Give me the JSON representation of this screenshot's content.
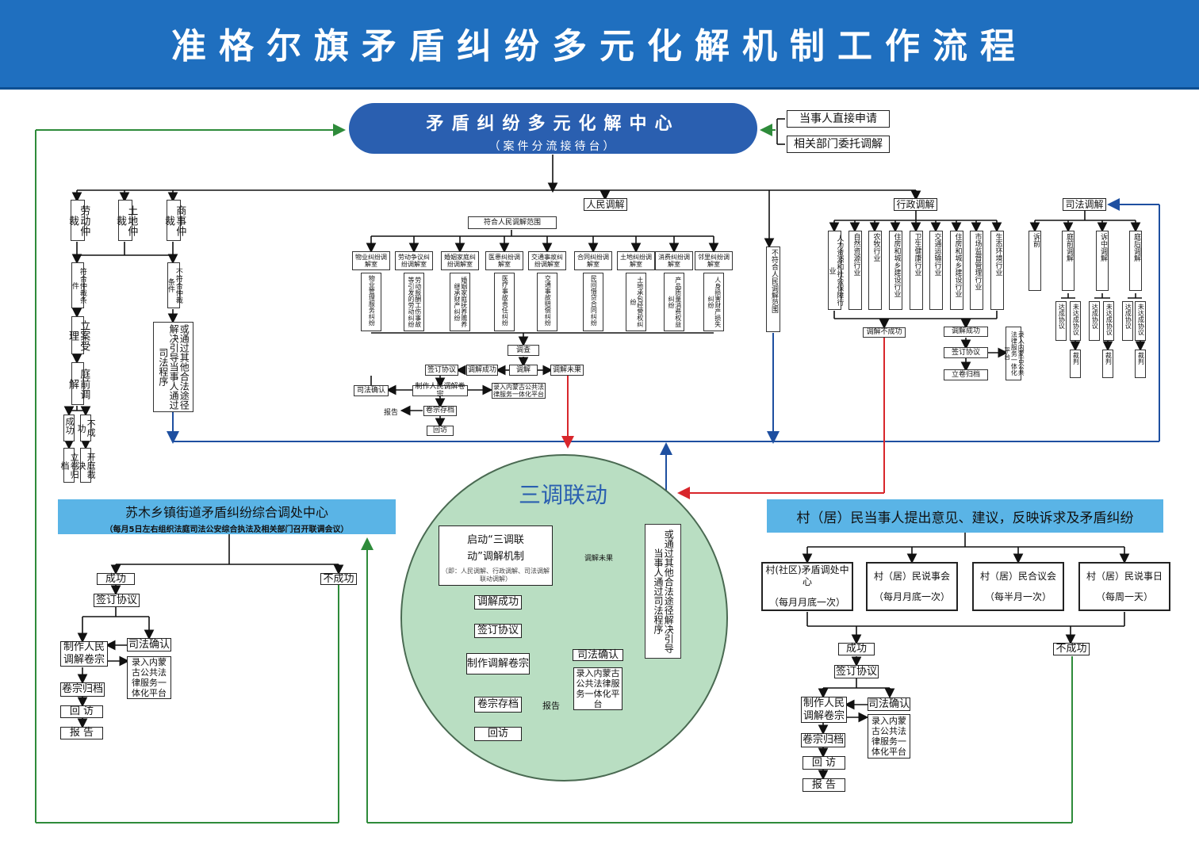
{
  "title": "准格尔旗矛盾纠纷多元化解机制工作流程",
  "center": {
    "title": "矛盾纠纷多元化解中心",
    "subtitle": "（案件分流接待台）"
  },
  "inputs": {
    "direct": "当事人直接申请",
    "entrust": "相关部门委托调解"
  },
  "arbitration": {
    "labor": "劳动仲裁",
    "land": "土地仲裁",
    "commerce": "商事仲裁",
    "meets": "符合仲裁条件",
    "notmeet": "不符合仲裁条件",
    "guide": "或通过其他合法途径解决引导当事人通过司法程序",
    "register": "立案受理",
    "pretrial": "庭前调解",
    "success": "成功",
    "fail": "不成功",
    "archive": "立卷归档",
    "trial": "开庭裁决"
  },
  "people": {
    "title": "人民调解",
    "committee": "符合人民调解范围",
    "not_meet": "不符合人民调解范围",
    "rooms": [
      {
        "name": "物业纠纷调解室",
        "desc": "物业管理服务纠纷"
      },
      {
        "name": "劳动争议纠纷调解室",
        "desc": "劳动报酬工伤事故等引发的劳动纠纷"
      },
      {
        "name": "婚姻家庭纠纷调解室",
        "desc": "婚姻家庭抚养赡养继承财产纠纷"
      },
      {
        "name": "医患纠纷调解室",
        "desc": "医疗事故责任纠纷"
      },
      {
        "name": "交通事故纠纷调解室",
        "desc": "交通事故赔偿纠纷"
      },
      {
        "name": "合同纠纷调解室",
        "desc": "民间借贷合同纠纷"
      },
      {
        "name": "土地纠纷调解室",
        "desc": "土地承包经营权纠纷"
      },
      {
        "name": "消费纠纷调解室",
        "desc": "产品质量消费权益纠纷"
      },
      {
        "name": "邻里纠纷调解室",
        "desc": "人身损害财产损失纠纷"
      }
    ],
    "mediate": "调查",
    "mediation": "调解",
    "sign": "签订协议",
    "success": "调解成功",
    "unsuccessful": "调解未果",
    "judicial": "司法确认",
    "dossier": "制作人民调解卷宗",
    "platform": "录入内蒙古公共法律服务一体化平台",
    "report": "报告",
    "store": "卷宗存档",
    "visit": "回访"
  },
  "admin": {
    "title": "行政调解",
    "depts": [
      "人力资源和社会保障行业",
      "自然资源行业",
      "农牧行业",
      "住房和城乡建设行业",
      "卫生健康行业",
      "交通运输行业",
      "住房和城乡建设行业",
      "市场监督管理行业",
      "生态环境行业"
    ],
    "fail": "调解不成功",
    "success": "调解成功",
    "sign": "签订协议",
    "archive": "立卷归档",
    "platform": "录入内蒙古公共法律服务一体化平台"
  },
  "judicial": {
    "title": "司法调解",
    "items": [
      "诉前",
      "庭前调解",
      "诉中调解",
      "庭后调解"
    ],
    "reach": "达成协议",
    "notreach": "未达成协议",
    "verdict": "裁判"
  },
  "township": {
    "title": "苏木乡镇街道矛盾纠纷综合调处中心",
    "subtitle": "（每月5日左右组织法庭司法公安综合执法及相关部门召开联调会议）",
    "success": "成功",
    "fail": "不成功",
    "sign": "签订协议",
    "judicial": "司法确认",
    "dossier": "制作人民调解卷宗",
    "platform": "录入内蒙古公共法律服务一体化平台",
    "archive": "卷宗归档",
    "visit": "回 访",
    "report": "报 告"
  },
  "linkage": {
    "title": "三调联动",
    "start": "启动“三调联动”调解机制",
    "note": "（即：人民调解、行政调解、司法调解联动调解）",
    "unsuccessful": "调解未果",
    "guide": "或通过其他合法途径解决引导当事人通过司法程序",
    "success": "调解成功",
    "sign": "签订协议",
    "judicial": "司法确认",
    "dossier": "制作调解卷宗",
    "platform": "录入内蒙古公共法律服务一体化平台",
    "store": "卷宗存档",
    "report": "报告",
    "visit": "回访"
  },
  "village": {
    "title": "村（居）民当事人提出意见、建议，反映诉求及矛盾纠纷",
    "items": [
      {
        "name": "村(社区)矛盾调处中心",
        "freq": "（每月月底一次）"
      },
      {
        "name": "村（居）民说事会",
        "freq": "（每月月底一次）"
      },
      {
        "name": "村（居）民合议会",
        "freq": "（每半月一次）"
      },
      {
        "name": "村（居）民说事日",
        "freq": "（每周一天）"
      }
    ],
    "success": "成功",
    "fail": "不成功",
    "sign": "签订协议",
    "judicial": "司法确认",
    "dossier": "制作人民调解卷宗",
    "platform": "录入内蒙古公共法律服务一体化平台",
    "archive": "卷宗归档",
    "visit": "回 访",
    "report": "报 告"
  },
  "colors": {
    "banner": "#1f6fbf",
    "pill": "#2a5fb0",
    "header": "#5ab4e6",
    "circle": "#b9dec2",
    "green": "#2e8b3a",
    "red": "#d8262b",
    "blue": "#1e4fa0"
  }
}
